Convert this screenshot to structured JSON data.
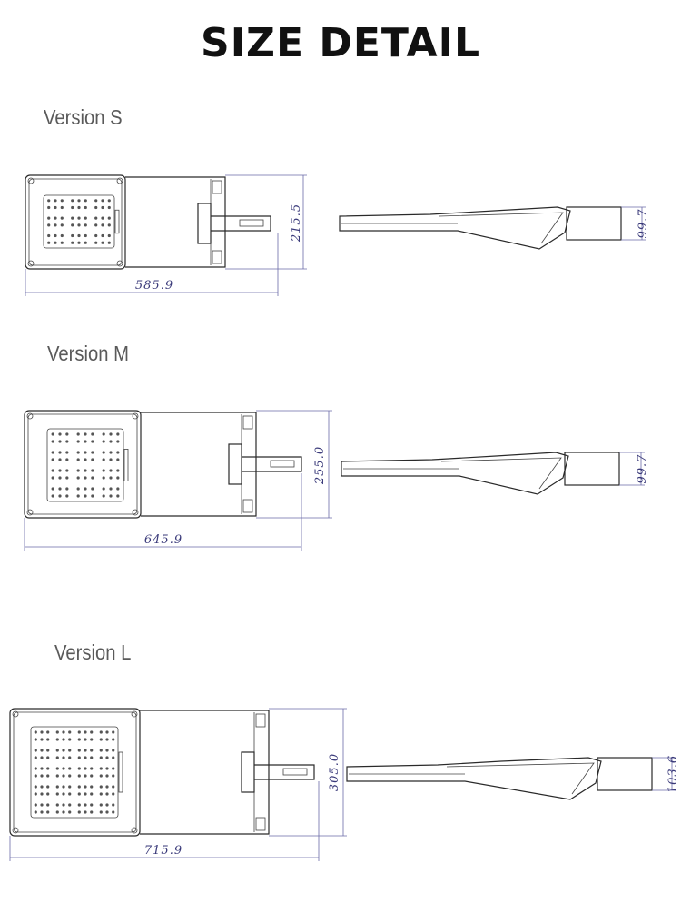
{
  "title": "SIZE DETAIL",
  "versions": [
    {
      "label": "Version S",
      "length": "585.9",
      "width": "215.5",
      "height": "99.7"
    },
    {
      "label": "Version M",
      "length": "645.9",
      "width": "255.0",
      "height": "99.7"
    },
    {
      "label": "Version L",
      "length": "715.9",
      "width": "305.0",
      "height": "103.6"
    }
  ]
}
